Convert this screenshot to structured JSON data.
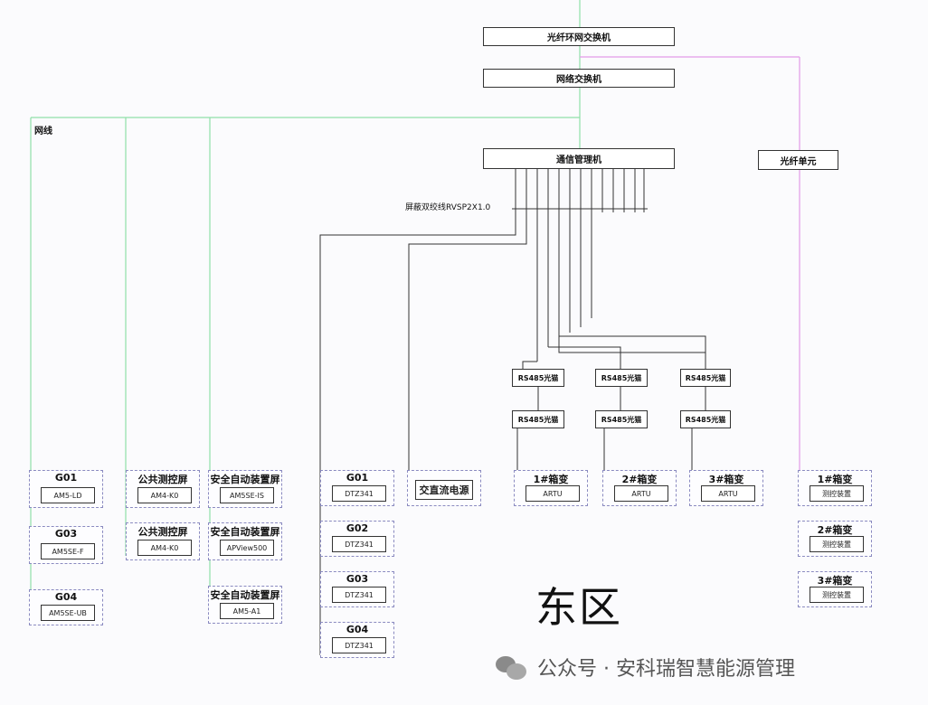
{
  "top": {
    "ring_switch": "光纤环网交换机",
    "net_switch": "网络交换机",
    "comm_manager": "通信管理机",
    "fiber_unit": "光纤单元",
    "net_label": "网线",
    "bus_label": "屏蔽双绞线RVSP2X1.0"
  },
  "columns": {
    "col1": [
      {
        "title": "G01",
        "model": "AM5-LD"
      },
      {
        "title": "G03",
        "model": "AM5SE-F"
      },
      {
        "title": "G04",
        "model": "AM5SE-UB"
      }
    ],
    "col2": [
      {
        "title": "公共测控屏",
        "model": "AM4-K0"
      },
      {
        "title": "公共测控屏",
        "model": "AM4-K0"
      }
    ],
    "col3": [
      {
        "title": "安全自动装置屏",
        "model": "AM5SE-IS"
      },
      {
        "title": "安全自动装置屏",
        "model": "APView500"
      },
      {
        "title": "安全自动装置屏",
        "model": "AM5-A1"
      }
    ],
    "col4": [
      {
        "title": "G01",
        "model": "DTZ341"
      },
      {
        "title": "G02",
        "model": "DTZ341"
      },
      {
        "title": "G03",
        "model": "DTZ341"
      },
      {
        "title": "G04",
        "model": "DTZ341"
      }
    ],
    "dc_cabinet": "交直流电源",
    "rs485_top": [
      "RS485光猫",
      "RS485光猫",
      "RS485光猫"
    ],
    "rs485_bottom": [
      "RS485光猫",
      "RS485光猫",
      "RS485光猫"
    ],
    "transformers": [
      {
        "title": "1#箱变",
        "model": "ARTU"
      },
      {
        "title": "2#箱变",
        "model": "ARTU"
      },
      {
        "title": "3#箱变",
        "model": "ARTU"
      }
    ],
    "right_col": [
      {
        "title": "1#箱变",
        "model": "测控装置"
      },
      {
        "title": "2#箱变",
        "model": "测控装置"
      },
      {
        "title": "3#箱变",
        "model": "测控装置"
      }
    ]
  },
  "region_label": "东区",
  "watermark": "公众号 · 安科瑞智慧能源管理",
  "colors": {
    "network": "#8fe0a8",
    "fiber": "#e39be8",
    "bus": "#333333"
  }
}
